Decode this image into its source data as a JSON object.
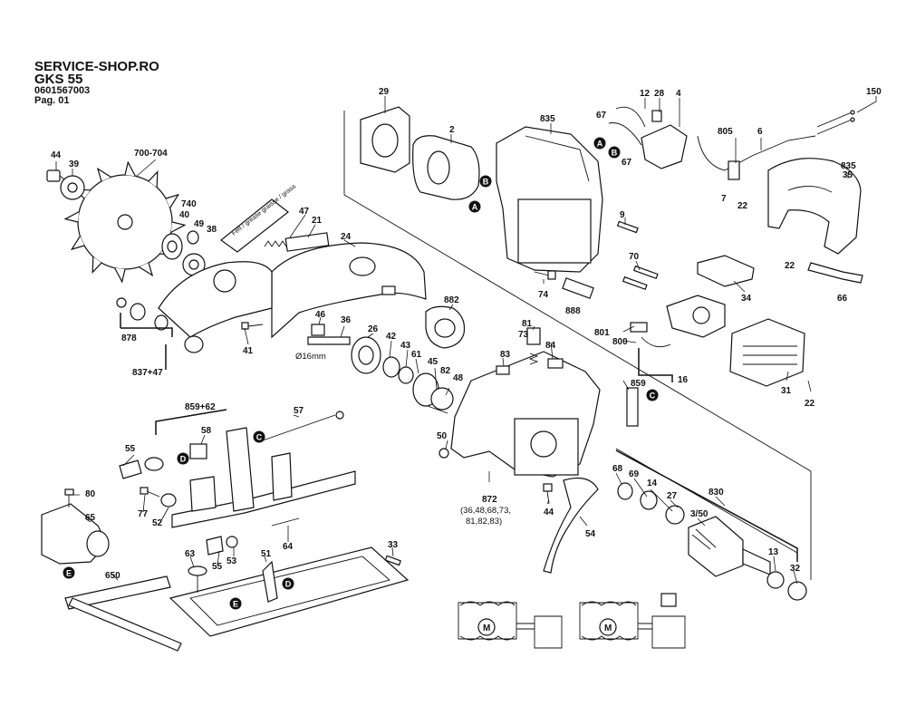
{
  "header": {
    "shop": "SERVICE-SHOP.RO",
    "model": "GKS 55",
    "part_number": "0601567003",
    "page": "Pag. 01"
  },
  "part_labels": [
    {
      "id": "29",
      "text": "29"
    },
    {
      "id": "2",
      "text": "2"
    },
    {
      "id": "835a",
      "text": "835"
    },
    {
      "id": "12",
      "text": "12"
    },
    {
      "id": "28",
      "text": "28"
    },
    {
      "id": "4",
      "text": "4"
    },
    {
      "id": "150",
      "text": "150"
    },
    {
      "id": "67a",
      "text": "67"
    },
    {
      "id": "67b",
      "text": "67"
    },
    {
      "id": "805",
      "text": "805"
    },
    {
      "id": "6",
      "text": "6"
    },
    {
      "id": "835b",
      "text": "835"
    },
    {
      "id": "35",
      "text": "35"
    },
    {
      "id": "7",
      "text": "7"
    },
    {
      "id": "22a",
      "text": "22"
    },
    {
      "id": "22b",
      "text": "22"
    },
    {
      "id": "66",
      "text": "66"
    },
    {
      "id": "44a",
      "text": "44"
    },
    {
      "id": "39",
      "text": "39"
    },
    {
      "id": "700-704",
      "text": "700-704"
    },
    {
      "id": "740",
      "text": "740"
    },
    {
      "id": "40",
      "text": "40"
    },
    {
      "id": "49",
      "text": "49"
    },
    {
      "id": "38",
      "text": "38"
    },
    {
      "id": "47",
      "text": "47"
    },
    {
      "id": "21",
      "text": "21"
    },
    {
      "id": "24",
      "text": "24"
    },
    {
      "id": "9",
      "text": "9"
    },
    {
      "id": "70",
      "text": "70"
    },
    {
      "id": "74",
      "text": "74"
    },
    {
      "id": "888",
      "text": "888"
    },
    {
      "id": "34",
      "text": "34"
    },
    {
      "id": "882",
      "text": "882"
    },
    {
      "id": "81",
      "text": "81"
    },
    {
      "id": "73",
      "text": "73"
    },
    {
      "id": "84",
      "text": "84"
    },
    {
      "id": "83",
      "text": "83"
    },
    {
      "id": "801",
      "text": "801"
    },
    {
      "id": "800",
      "text": "800"
    },
    {
      "id": "16",
      "text": "16"
    },
    {
      "id": "859",
      "text": "859"
    },
    {
      "id": "31",
      "text": "31"
    },
    {
      "id": "22c",
      "text": "22"
    },
    {
      "id": "878",
      "text": "878"
    },
    {
      "id": "837+47",
      "text": "837+47"
    },
    {
      "id": "41",
      "text": "41"
    },
    {
      "id": "46",
      "text": "46"
    },
    {
      "id": "36",
      "text": "36"
    },
    {
      "id": "26",
      "text": "26"
    },
    {
      "id": "42",
      "text": "42"
    },
    {
      "id": "43",
      "text": "43"
    },
    {
      "id": "61",
      "text": "61"
    },
    {
      "id": "45",
      "text": "45"
    },
    {
      "id": "82",
      "text": "82"
    },
    {
      "id": "48",
      "text": "48"
    },
    {
      "id": "859+62",
      "text": "859+62"
    },
    {
      "id": "57",
      "text": "57"
    },
    {
      "id": "58",
      "text": "58"
    },
    {
      "id": "55a",
      "text": "55"
    },
    {
      "id": "50",
      "text": "50"
    },
    {
      "id": "68",
      "text": "68"
    },
    {
      "id": "69",
      "text": "69"
    },
    {
      "id": "14",
      "text": "14"
    },
    {
      "id": "27",
      "text": "27"
    },
    {
      "id": "830",
      "text": "830"
    },
    {
      "id": "3/50",
      "text": "3/50"
    },
    {
      "id": "872",
      "text": "872"
    },
    {
      "id": "44b",
      "text": "44"
    },
    {
      "id": "54",
      "text": "54"
    },
    {
      "id": "80",
      "text": "80"
    },
    {
      "id": "65",
      "text": "65"
    },
    {
      "id": "77",
      "text": "77"
    },
    {
      "id": "52",
      "text": "52"
    },
    {
      "id": "64",
      "text": "64"
    },
    {
      "id": "63",
      "text": "63"
    },
    {
      "id": "55b",
      "text": "55"
    },
    {
      "id": "53",
      "text": "53"
    },
    {
      "id": "51",
      "text": "51"
    },
    {
      "id": "33",
      "text": "33"
    },
    {
      "id": "650",
      "text": "650"
    },
    {
      "id": "13",
      "text": "13"
    },
    {
      "id": "32",
      "text": "32"
    }
  ],
  "notes": {
    "shaft_diameter": "Ø16mm",
    "kit_line1": "(36,48,68,73,",
    "kit_line2": "81,82,83)"
  },
  "connection_markers": [
    {
      "id": "A1",
      "text": "A"
    },
    {
      "id": "A2",
      "text": "A"
    },
    {
      "id": "B1",
      "text": "B"
    },
    {
      "id": "B2",
      "text": "B"
    },
    {
      "id": "C1",
      "text": "C"
    },
    {
      "id": "C2",
      "text": "C"
    },
    {
      "id": "D1",
      "text": "D"
    },
    {
      "id": "D2",
      "text": "D"
    },
    {
      "id": "E1",
      "text": "E"
    },
    {
      "id": "E2",
      "text": "E"
    }
  ],
  "grease_tube_text": "Fett / grease\ngraisse / grasa",
  "wiring_diagram": {
    "motor_symbol": "M"
  }
}
